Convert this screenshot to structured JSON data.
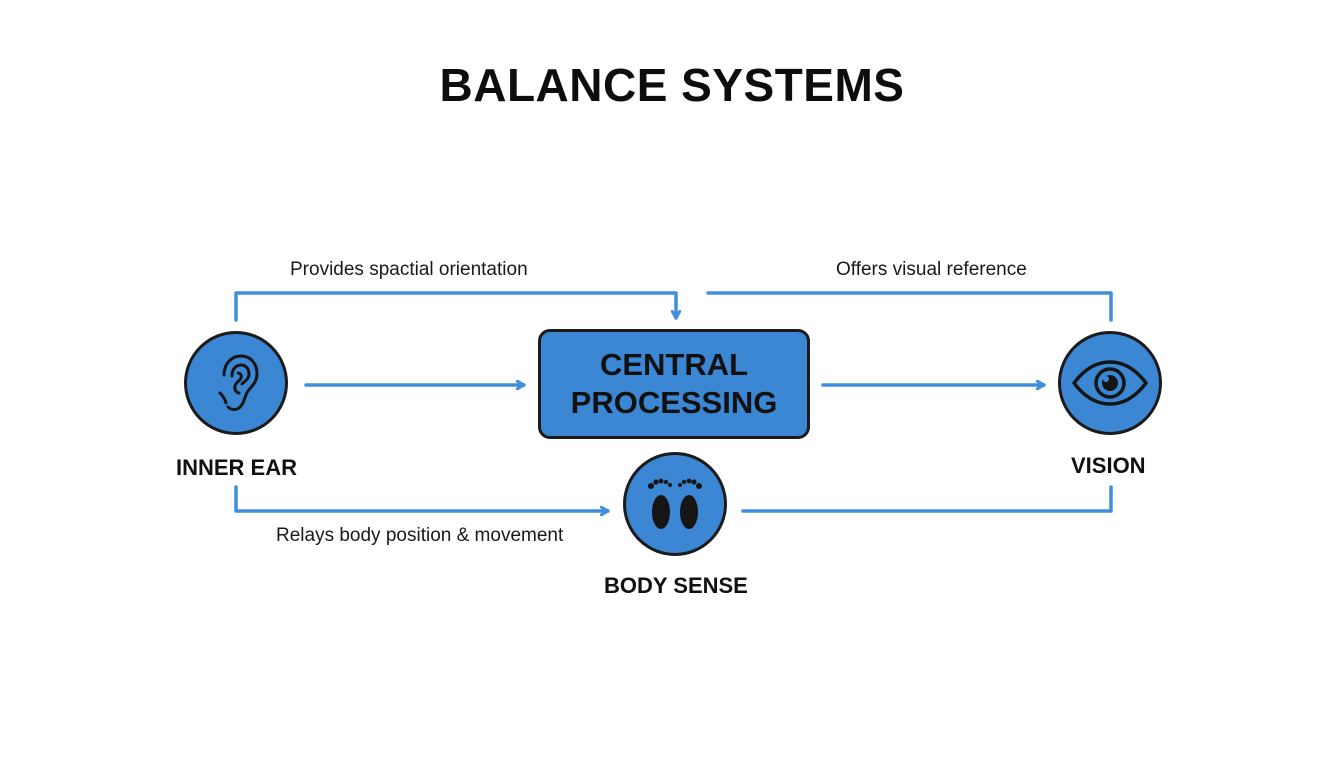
{
  "title": "BALANCE SYSTEMS",
  "center": {
    "line1": "CENTRAL",
    "line2": "PROCESSING"
  },
  "nodes": {
    "inner_ear": {
      "label": "INNER EAR",
      "icon": "ear-icon"
    },
    "vision": {
      "label": "VISION",
      "icon": "eye-icon"
    },
    "body_sense": {
      "label": "BODY SENSE",
      "icon": "footprints-icon"
    }
  },
  "edge_labels": {
    "spatial": "Provides spactial orientation",
    "visual": "Offers visual reference",
    "body": "Relays body position & movement"
  },
  "colors": {
    "accent": "#3b87d4",
    "line": "#3f8fdc",
    "outline": "#1b1b1b"
  }
}
